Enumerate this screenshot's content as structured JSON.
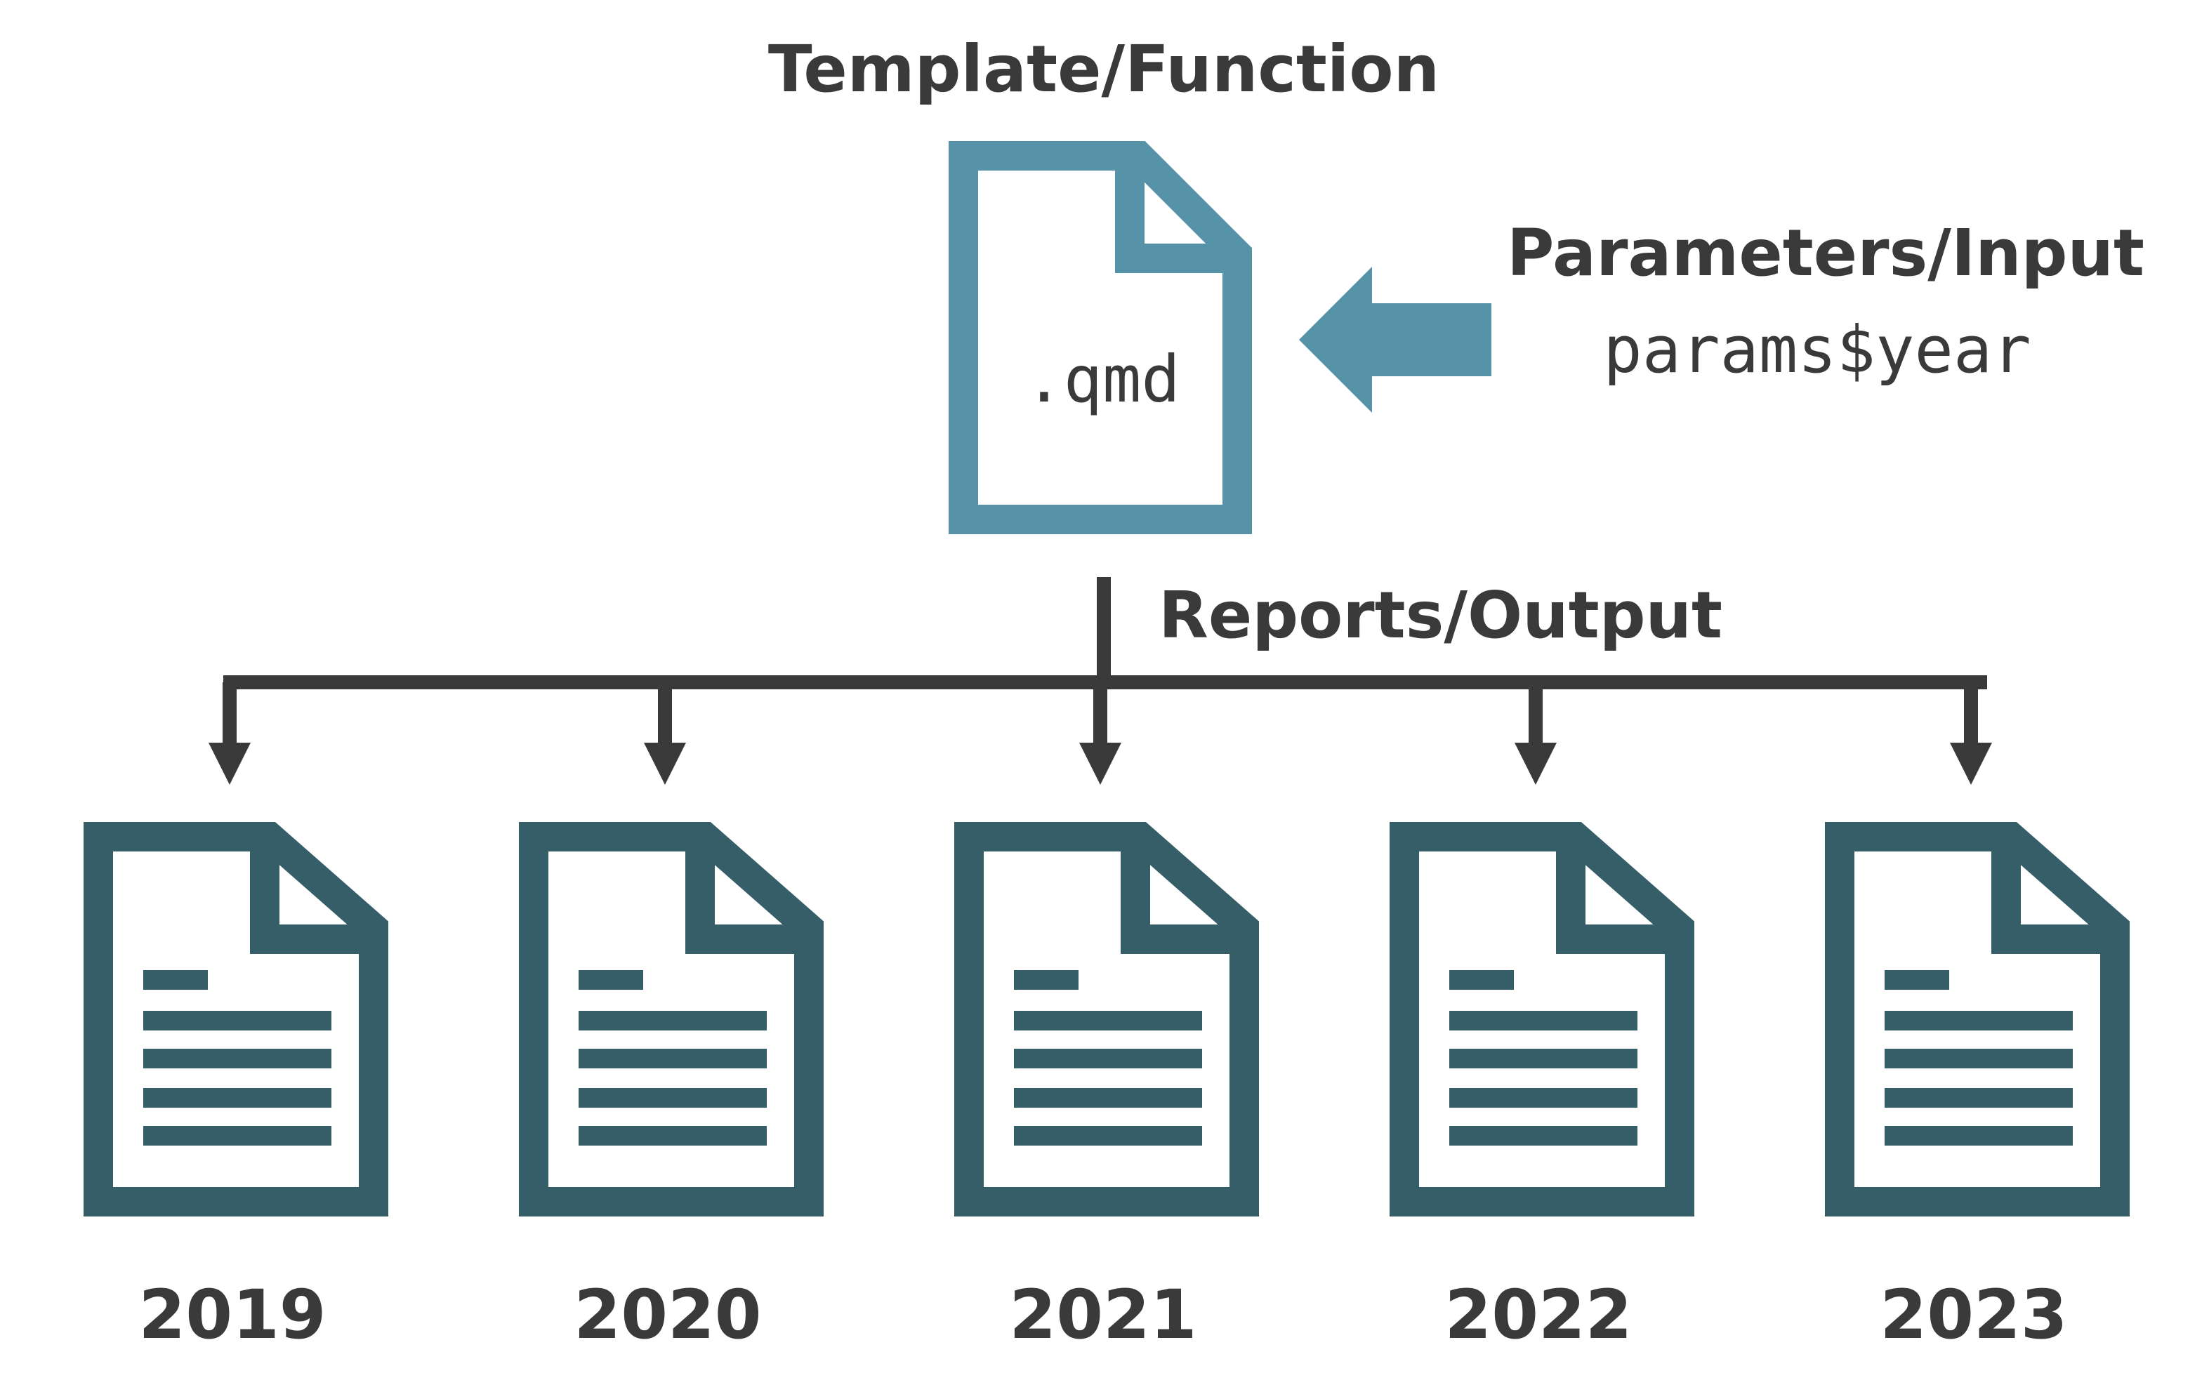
{
  "template": {
    "title": "Template/Function",
    "file_ext": ".qmd"
  },
  "parameters": {
    "title": "Parameters/Input",
    "code": "params$year"
  },
  "reports": {
    "title": "Reports/Output",
    "items": [
      {
        "label": "2019"
      },
      {
        "label": "2020"
      },
      {
        "label": "2021"
      },
      {
        "label": "2022"
      },
      {
        "label": "2023"
      }
    ]
  },
  "colors": {
    "template_doc": "#5692a8",
    "param_arrow": "#5692a8",
    "report_doc": "#365e69",
    "connector": "#3a3a3a",
    "text": "#3a3a3a"
  }
}
